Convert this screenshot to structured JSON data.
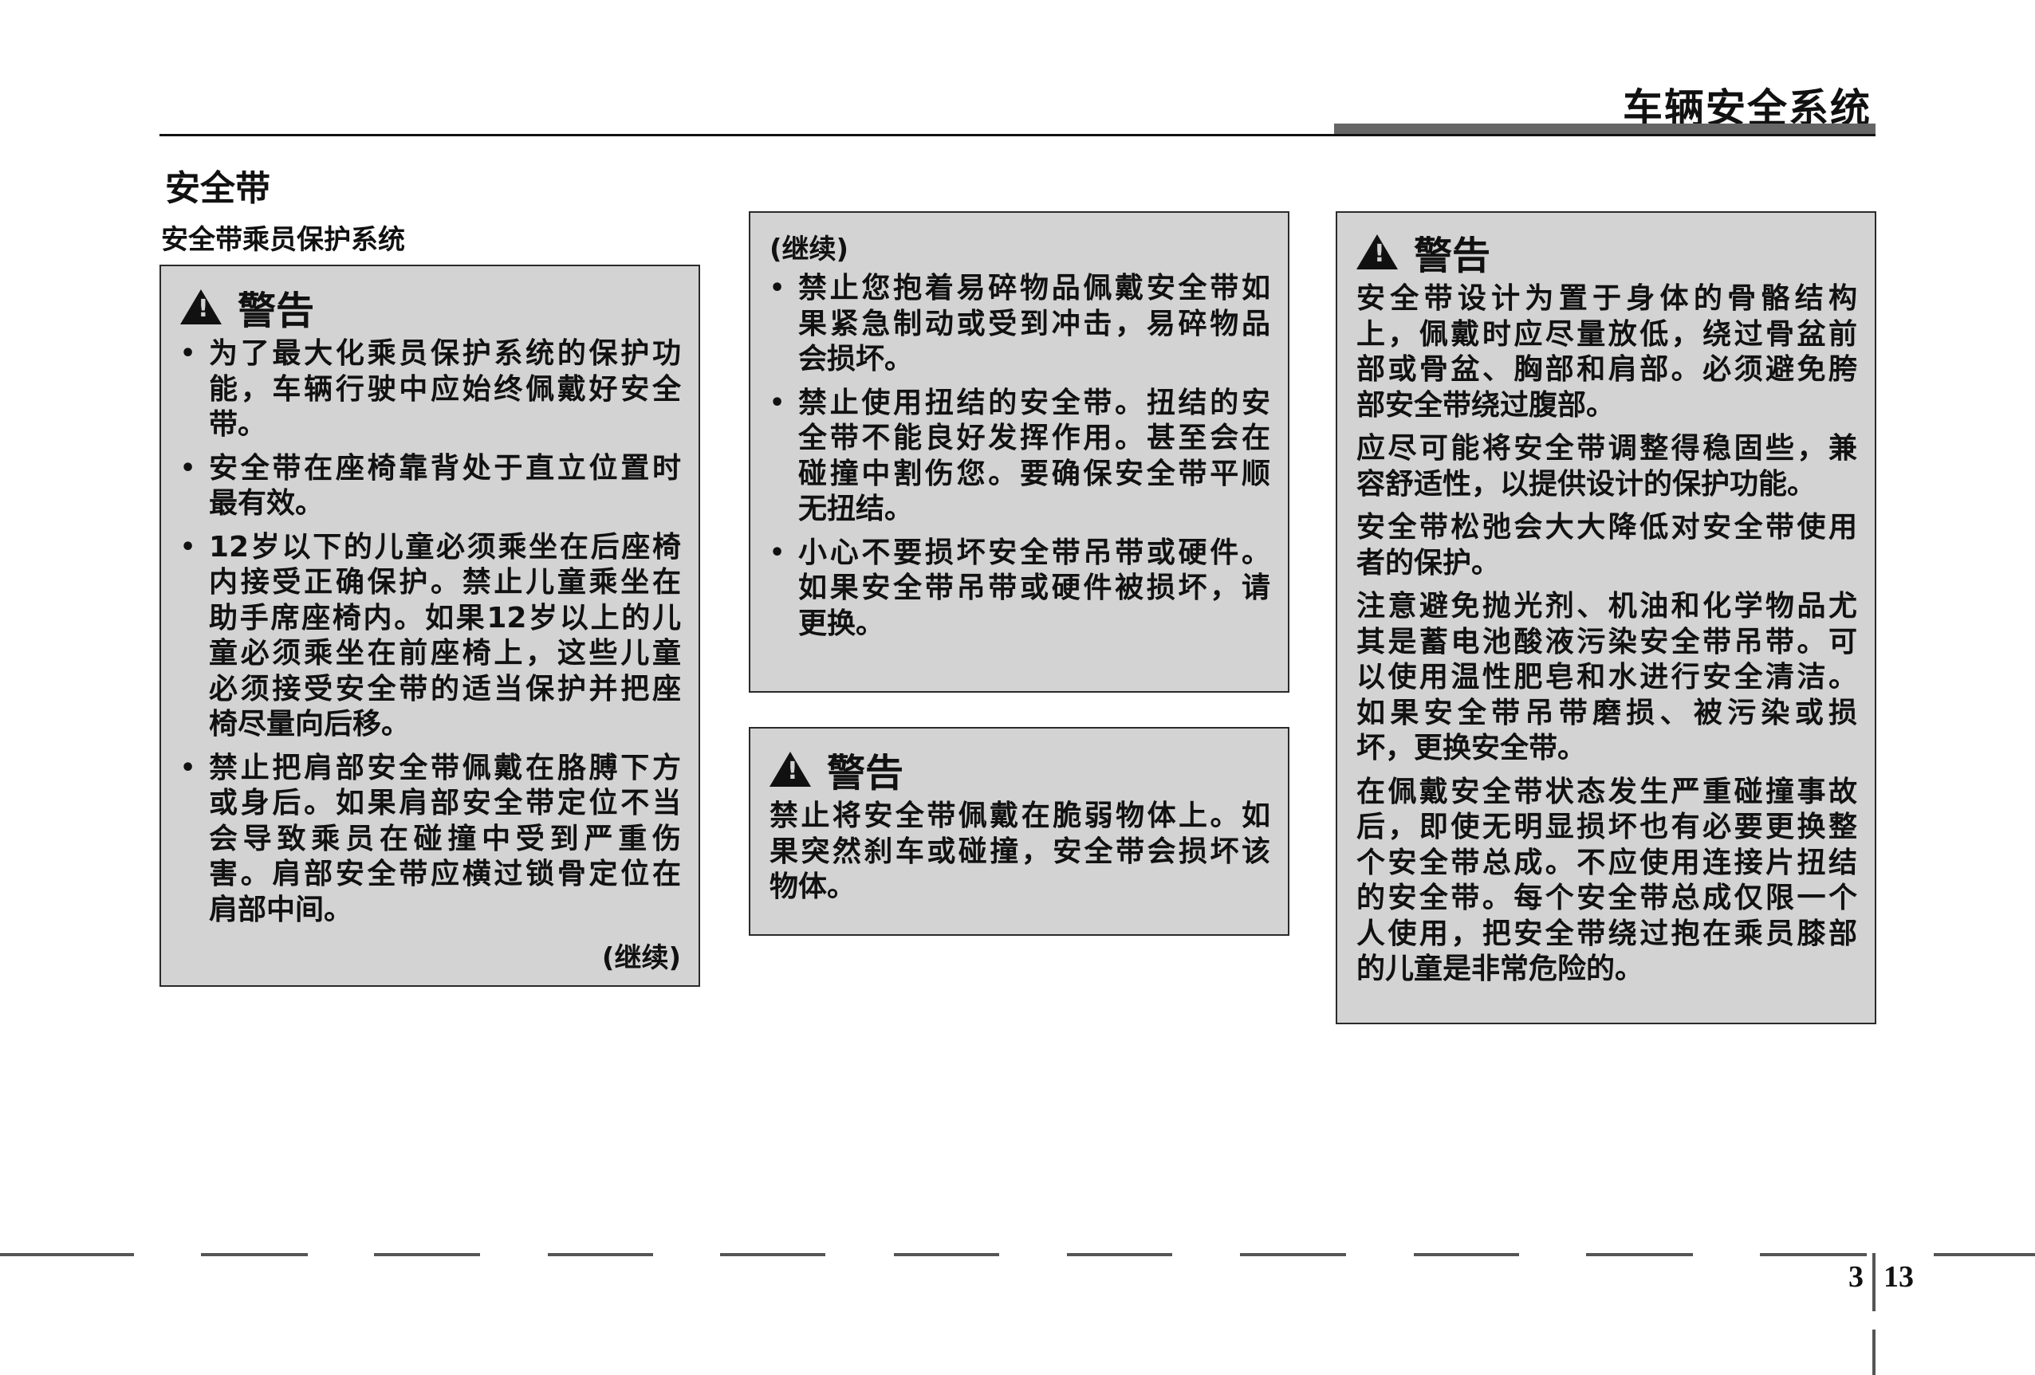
{
  "header": {
    "chapter_title": "车辆安全系统"
  },
  "section": {
    "title": "安全带",
    "subtitle": "安全带乘员保护系统"
  },
  "warning_label": "警告",
  "continued": "(继续)",
  "box1": {
    "bullets": [
      [
        "为了最大化乘员保护系统的保护功",
        "能，车辆行驶中应始终佩戴好安全",
        "带。"
      ],
      [
        "安全带在座椅靠背处于直立位置时",
        "最有效。"
      ],
      [
        "12岁以下的儿童必须乘坐在后座椅",
        "内接受正确保护。禁止儿童乘坐在",
        "助手席座椅内。如果12岁以上的儿",
        "童必须乘坐在前座椅上，这些儿童",
        "必须接受安全带的适当保护并把座",
        "椅尽量向后移。"
      ],
      [
        "禁止把肩部安全带佩戴在胳膊下方",
        "或身后。如果肩部安全带定位不当",
        "会导致乘员在碰撞中受到严重伤",
        "害。肩部安全带应横过锁骨定位在",
        "肩部中间。"
      ]
    ]
  },
  "box2": {
    "bullets": [
      [
        "禁止您抱着易碎物品佩戴安全带如",
        "果紧急制动或受到冲击，易碎物品",
        "会损坏。"
      ],
      [
        "禁止使用扭结的安全带。扭结的安",
        "全带不能良好发挥作用。甚至会在",
        "碰撞中割伤您。要确保安全带平顺",
        "无扭结。"
      ],
      [
        "小心不要损坏安全带吊带或硬件。",
        "如果安全带吊带或硬件被损坏，请",
        "更换。"
      ]
    ]
  },
  "box3": {
    "paragraphs": [
      [
        "禁止将安全带佩戴在脆弱物体上。如",
        "果突然刹车或碰撞，安全带会损坏该",
        "物体。"
      ]
    ]
  },
  "box4": {
    "paragraphs": [
      [
        "安全带设计为置于身体的骨骼结构",
        "上，佩戴时应尽量放低，绕过骨盆前",
        "部或骨盆、胸部和肩部。必须避免胯",
        "部安全带绕过腹部。"
      ],
      [
        "应尽可能将安全带调整得稳固些，兼",
        "容舒适性，以提供设计的保护功能。"
      ],
      [
        "安全带松弛会大大降低对安全带使用",
        "者的保护。"
      ],
      [
        "注意避免抛光剂、机油和化学物品尤",
        "其是蓄电池酸液污染安全带吊带。可",
        "以使用温性肥皂和水进行安全清洁。",
        "如果安全带吊带磨损、被污染或损",
        "坏，更换安全带。"
      ],
      [
        "在佩戴安全带状态发生严重碰撞事故",
        "后，即使无明显损坏也有必要更换整",
        "个安全带总成。不应使用连接片扭结",
        "的安全带。每个安全带总成仅限一个",
        "人使用，把安全带绕过抱在乘员膝部",
        "的儿童是非常危险的。"
      ]
    ]
  },
  "footer": {
    "chapter": "3",
    "page": "13"
  }
}
